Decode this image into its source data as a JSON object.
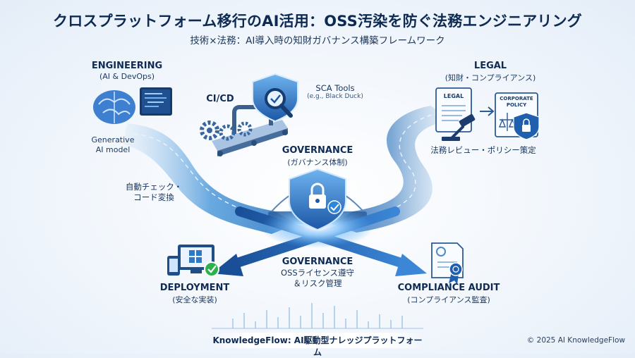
{
  "header": {
    "title": "クロスプラットフォーム移行のAI活用：OSS汚染を防ぐ法務エンジニアリング",
    "subtitle": "技術×法務：AI導入時の知財ガバナンス構築フレームワーク"
  },
  "engineering": {
    "title": "ENGINEERING",
    "sub": "(AI & DevOps)",
    "ai_model": [
      "Generative",
      "AI model"
    ]
  },
  "cicd": {
    "label": "CI/CD"
  },
  "sca": {
    "title": "SCA Tools",
    "sub": "(e.g., Black Duck)"
  },
  "auto_check": [
    "自動チェック・",
    "コード変換"
  ],
  "governance_top": {
    "title": "GOVERNANCE",
    "sub": "(ガバナンス体制)"
  },
  "legal": {
    "title": "LEGAL",
    "sub": "(知財・コンプライアンス)",
    "doc_label": "LEGAL",
    "policy_label": [
      "CORPORATE",
      "POLICY"
    ],
    "review": "法務レビュー・ポリシー策定"
  },
  "governance_center": {
    "title": "GOVERNANCE",
    "lines": [
      "OSSライセンス遵守",
      "＆リスク管理"
    ]
  },
  "deployment": {
    "title": "DEPLOYMENT",
    "sub": "(安全な実装)"
  },
  "compliance": {
    "title": "COMPLIANCE AUDIT",
    "sub": "(コンプライアンス監査)"
  },
  "footer": {
    "brand": "KnowledgeFlow: AI駆動型ナレッジプラットフォーム",
    "copyright": "© 2025 AI KnowledgeFlow"
  },
  "colors": {
    "primary": "#1f5fae",
    "accent": "#3ba3e6",
    "navy": "#0d2a52",
    "green": "#2bb24c"
  }
}
